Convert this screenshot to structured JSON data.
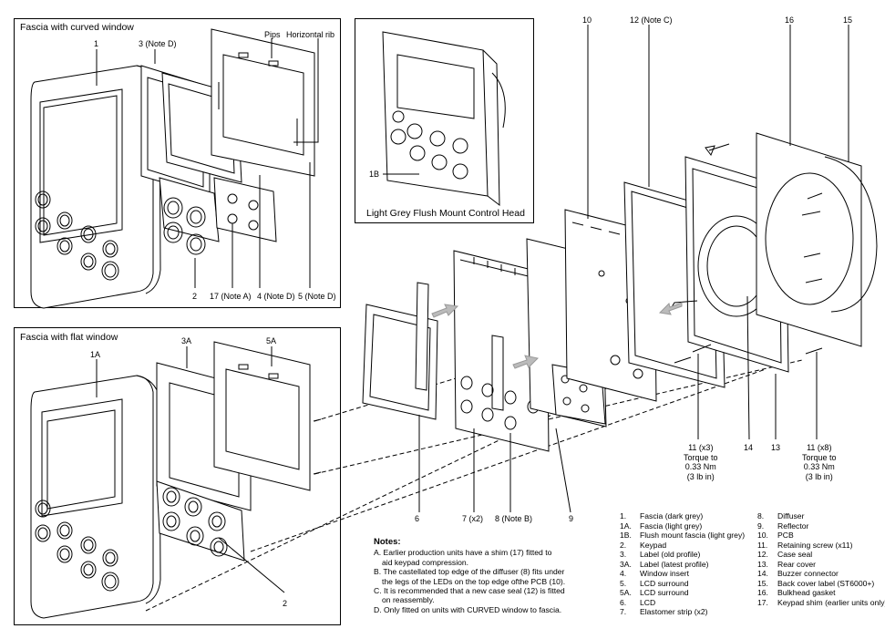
{
  "panels": {
    "curved": {
      "title": "Fascia with curved window"
    },
    "flat": {
      "title": "Fascia with flat window"
    },
    "flush": {
      "title": "Light Grey Flush Mount Control Head"
    }
  },
  "callouts": {
    "c1": "1",
    "c3": "3 (Note D)",
    "pips": "Pips",
    "hrib": "Horizontal rib",
    "c2": "2",
    "c17": "17 (Note A)",
    "c4": "4 (Note D)",
    "c5": "5 (Note D)",
    "c1a": "1A",
    "c3a": "3A",
    "c5a": "5A",
    "c2b": "2",
    "c1b": "1B",
    "c10": "10",
    "c12": "12 (Note C)",
    "c16": "16",
    "c15": "15",
    "c6": "6",
    "c7": "7 (x2)",
    "c8": "8 (Note B)",
    "c9": "9",
    "c11a": [
      "11 (x3)",
      "Torque to",
      "0.33 Nm",
      "(3 lb in)"
    ],
    "c14": "14",
    "c13": "13",
    "c11b": [
      "11 (x8)",
      "Torque to",
      "0.33 Nm",
      "(3 lb in)"
    ]
  },
  "notes": {
    "heading": "Notes:",
    "items": [
      [
        "A. Earlier production units have a shim (17) fitted to",
        "aid keypad compression."
      ],
      [
        "B. The castellated top edge of the diffuser (8) fits under",
        "the legs of the LEDs on the top edge ofthe PCB (10)."
      ],
      [
        "C. It is recommended that a new case seal (12) is fitted",
        "on reassembly."
      ],
      [
        "D. Only fitted on units with CURVED window to fascia."
      ]
    ]
  },
  "parts_left": [
    {
      "n": "1.",
      "t": "Fascia (dark grey)"
    },
    {
      "n": "1A.",
      "t": "Fascia (light grey)"
    },
    {
      "n": "1B.",
      "t": "Flush mount fascia (light grey)"
    },
    {
      "n": "2.",
      "t": "Keypad"
    },
    {
      "n": "3.",
      "t": "Label (old profile)"
    },
    {
      "n": "3A.",
      "t": "Label (latest profile)"
    },
    {
      "n": "4.",
      "t": "Window insert"
    },
    {
      "n": "5.",
      "t": "LCD surround"
    },
    {
      "n": "5A.",
      "t": "LCD surround"
    },
    {
      "n": "6.",
      "t": "LCD"
    },
    {
      "n": "7.",
      "t": "Elastomer strip (x2)"
    }
  ],
  "parts_right": [
    {
      "n": "8.",
      "t": "Diffuser"
    },
    {
      "n": "9.",
      "t": "Reflector"
    },
    {
      "n": "10.",
      "t": "PCB"
    },
    {
      "n": "11.",
      "t": "Retaining screw (x11)"
    },
    {
      "n": "12.",
      "t": "Case seal"
    },
    {
      "n": "13.",
      "t": "Rear cover"
    },
    {
      "n": "14.",
      "t": "Buzzer connector"
    },
    {
      "n": "15.",
      "t": "Back cover label (ST6000+)"
    },
    {
      "n": "16.",
      "t": "Bulkhead gasket"
    },
    {
      "n": "17.",
      "t": "Keypad shim (earlier units only)"
    }
  ]
}
